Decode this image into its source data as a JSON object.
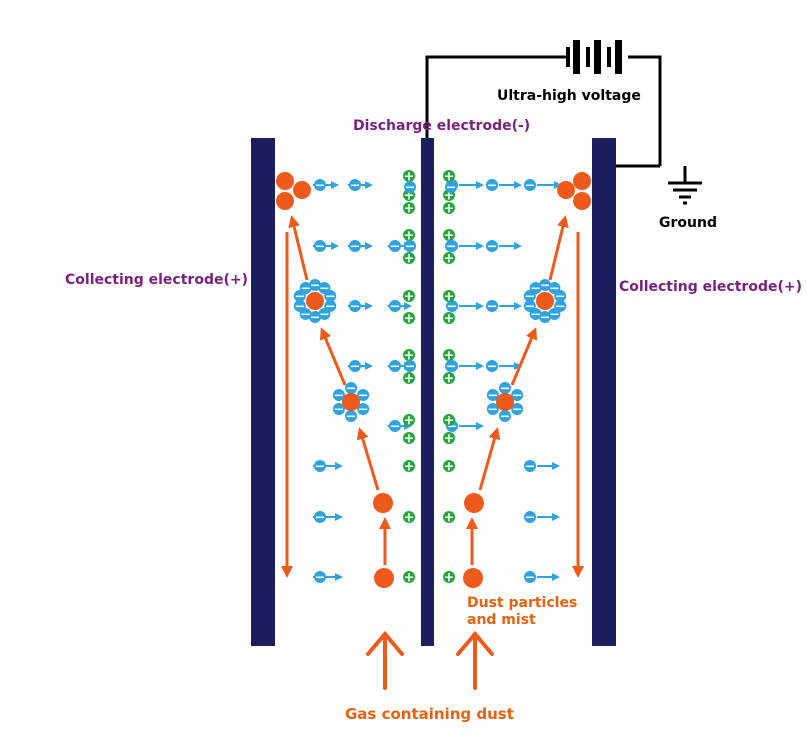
{
  "labels": {
    "voltage": "Ultra-high voltage",
    "discharge_electrode": "Discharge electrode(-)",
    "ground": "Ground",
    "collecting_left": "Collecting electrode(+)",
    "collecting_right": "Collecting electrode(+)",
    "dust_line1": "Dust particles",
    "dust_line2": "and mist",
    "gas": "Gas containing dust"
  },
  "ion_symbols": {
    "negative": "−",
    "positive": "+"
  },
  "colors": {
    "electrode": "#1b1f5e",
    "particle": "#ee5a1c",
    "arrow": "#ee5a1c",
    "negative_ion": "#2ea3df",
    "positive_ion": "#22a83a",
    "wire": "#000000",
    "purple_label": "#7b1f7f",
    "orange_label": "#e8620f"
  }
}
